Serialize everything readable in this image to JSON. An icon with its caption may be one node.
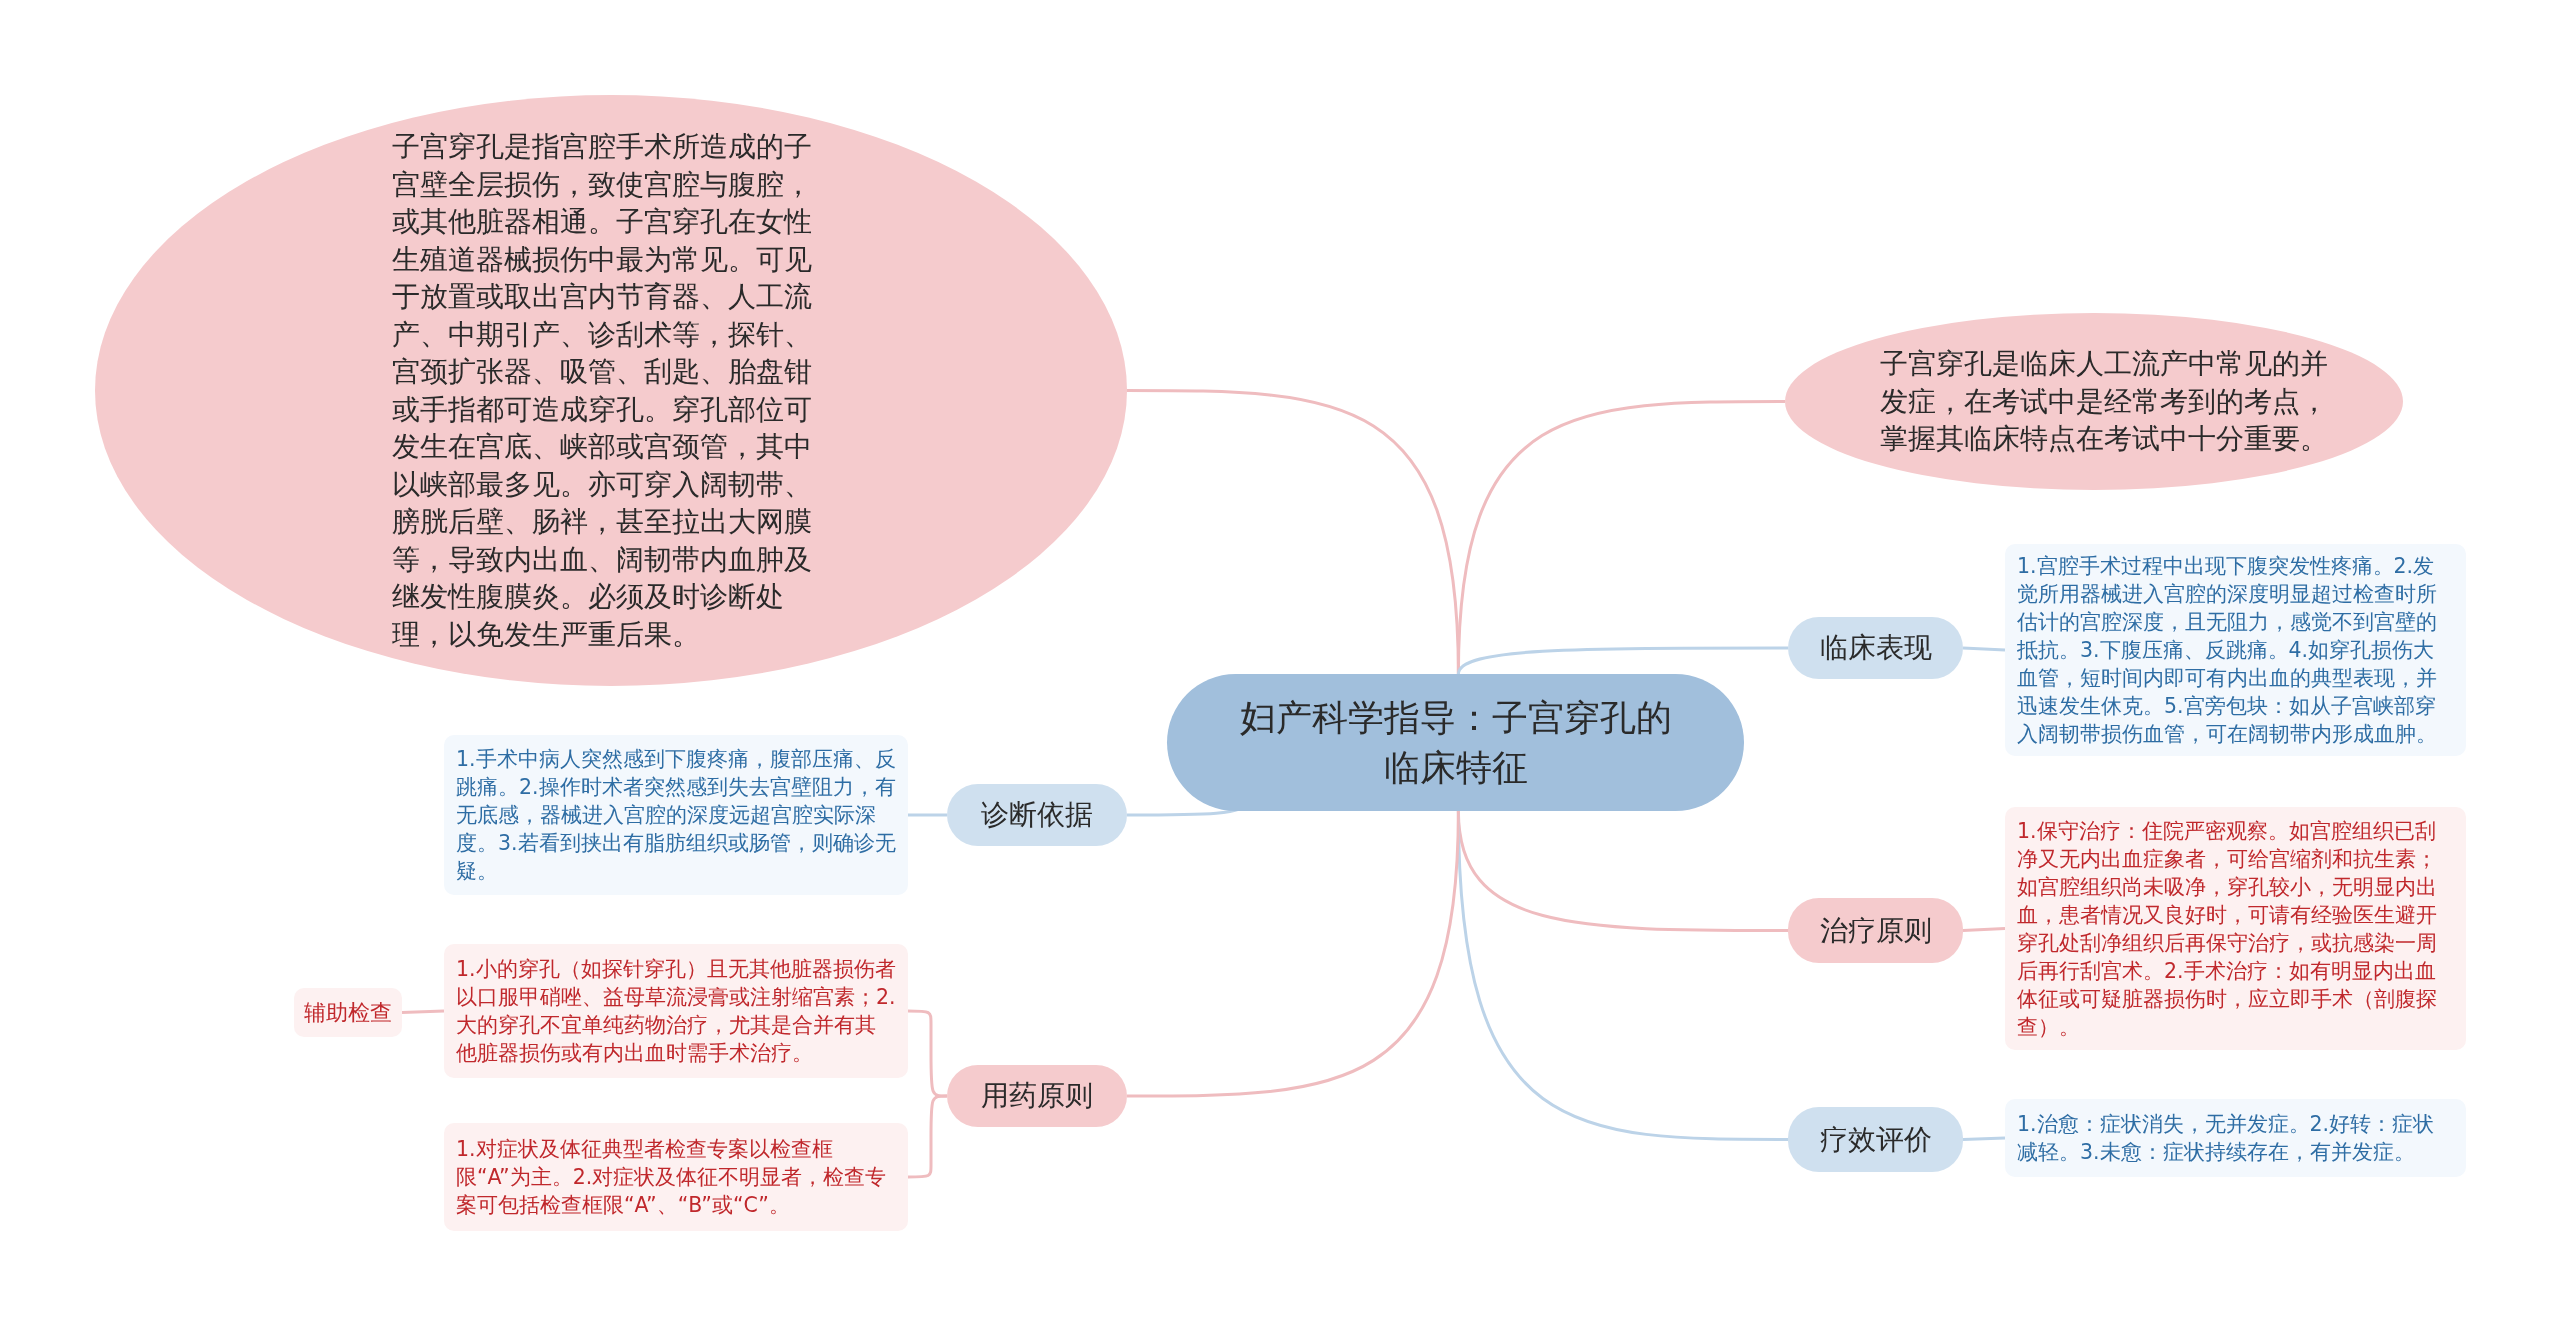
{
  "diagram": {
    "nodes": [
      {
        "text": [
          "妇产科学指导：子宫穿孔的临床特征"
        ]
      },
      {
        "text": [
          "子宫穿孔是指宫腔手术所造成的子宫壁全层损伤，致使宫腔与腹腔，或其他脏器相通。子宫穿孔在女性生殖道器械损伤中最为常见。可见于放置或取出宫内节育器、人工流产、中期引产、诊刮术等，探针、宫颈扩张器、吸管、刮匙、胎盘钳或手指都可造成穿孔。穿孔部位可发生在宫底、峡部或宫颈管，其中以峡部最多见。亦可穿入阔韧带、膀胱后壁、肠袢，甚至拉出大网膜等，导致内出血、阔韧带内血肿及继发性腹膜炎。必须及时诊断处理，以免发生严重后果。"
        ]
      },
      {
        "text": [
          "子宫穿孔是临床人工流产中常见的并发症，在考试中是经常考到的考点，掌握其临床特点在考试中十分重要。"
        ]
      },
      {
        "text": [
          "临床表现"
        ]
      },
      {
        "text": [
          "1.宫腔手术过程中出现下腹突发性疼痛。2.发觉所用器械进入宫腔的深度明显超过检查时所估计的宫腔深度，且无阻力，感觉不到宫壁的抵抗。3.下腹压痛、反跳痛。4.如穿孔损伤大血管，短时间内即可有内出血的典型表现，并迅速发生休克。5.宫旁包块：如从子宫峡部穿入阔韧带损伤血管，可在阔韧带内形成血肿。"
        ]
      },
      {
        "text": [
          "治疗原则"
        ]
      },
      {
        "text": [
          "1.保守治疗：住院严密观察。如宫腔组织已刮净又无内出血症象者，可给宫缩剂和抗生素；如宫腔组织尚未吸净，穿孔较小，无明显内出血，患者情况又良好时，可请有经验医生避开穿孔处刮净组织后再保守治疗，或抗感染一周后再行刮宫术。2.手术治疗：如有明显内出血体征或可疑脏器损伤时，应立即手术（剖腹探查）。"
        ]
      },
      {
        "text": [
          "疗效评价"
        ]
      },
      {
        "text": [
          "1.治愈：症状消失，无并发症。2.好转：症状减轻。3.未愈：症状持续存在，有并发症。"
        ]
      },
      {
        "text": [
          "诊断依据"
        ]
      },
      {
        "text": [
          "1.手术中病人突然感到下腹疼痛，腹部压痛、反跳痛。2.操作时术者突然感到失去宫壁阻力，有无底感，器械进入宫腔的深度远超宫腔实际深度。3.若看到挟出有脂肪组织或肠管，则确诊无疑。"
        ]
      },
      {
        "text": [
          "用药原则"
        ]
      },
      {
        "text": [
          "1.小的穿孔（如探针穿孔）且无其他脏器损伤者以口服甲硝唑、益母草流浸膏或注射缩宫素；2.大的穿孔不宜单纯药物治疗，尤其是合并有其他脏器损伤或有内出血时需手术治疗。"
        ]
      },
      {
        "text": [
          "1.对症状及体征典型者检查专案以检查框限“A”为主。2.对症状及体征不明显者，检查专案可包括检查框限“A”、“B”或“C”。"
        ]
      },
      {
        "text": [
          "辅助检查"
        ]
      }
    ],
    "edges": [
      {
        "from": 0,
        "to": 1,
        "arrow": "none"
      },
      {
        "from": 0,
        "to": 2,
        "arrow": "none"
      },
      {
        "from": 0,
        "to": 3,
        "arrow": "none",
        "color": "#bcd3e8"
      },
      {
        "from": 3,
        "to": 4,
        "arrow": "none",
        "color": "#bcd3e8"
      },
      {
        "from": 0,
        "to": 5,
        "arrow": "none"
      },
      {
        "from": 5,
        "to": 6,
        "arrow": "none"
      },
      {
        "from": 0,
        "to": 7,
        "arrow": "none",
        "color": "#bcd3e8"
      },
      {
        "from": 7,
        "to": 8,
        "arrow": "none",
        "color": "#bcd3e8"
      },
      {
        "from": 0,
        "to": 9,
        "arrow": "none",
        "color": "#bcd3e8"
      },
      {
        "from": 9,
        "to": 10,
        "arrow": "none",
        "color": "#bcd3e8"
      },
      {
        "from": 0,
        "to": 11,
        "arrow": "none"
      },
      {
        "from": 11,
        "to": 12,
        "arrow": "none"
      },
      {
        "from": 11,
        "to": 13,
        "arrow": "none"
      },
      {
        "from": 12,
        "to": 14,
        "arrow": "none"
      }
    ]
  }
}
